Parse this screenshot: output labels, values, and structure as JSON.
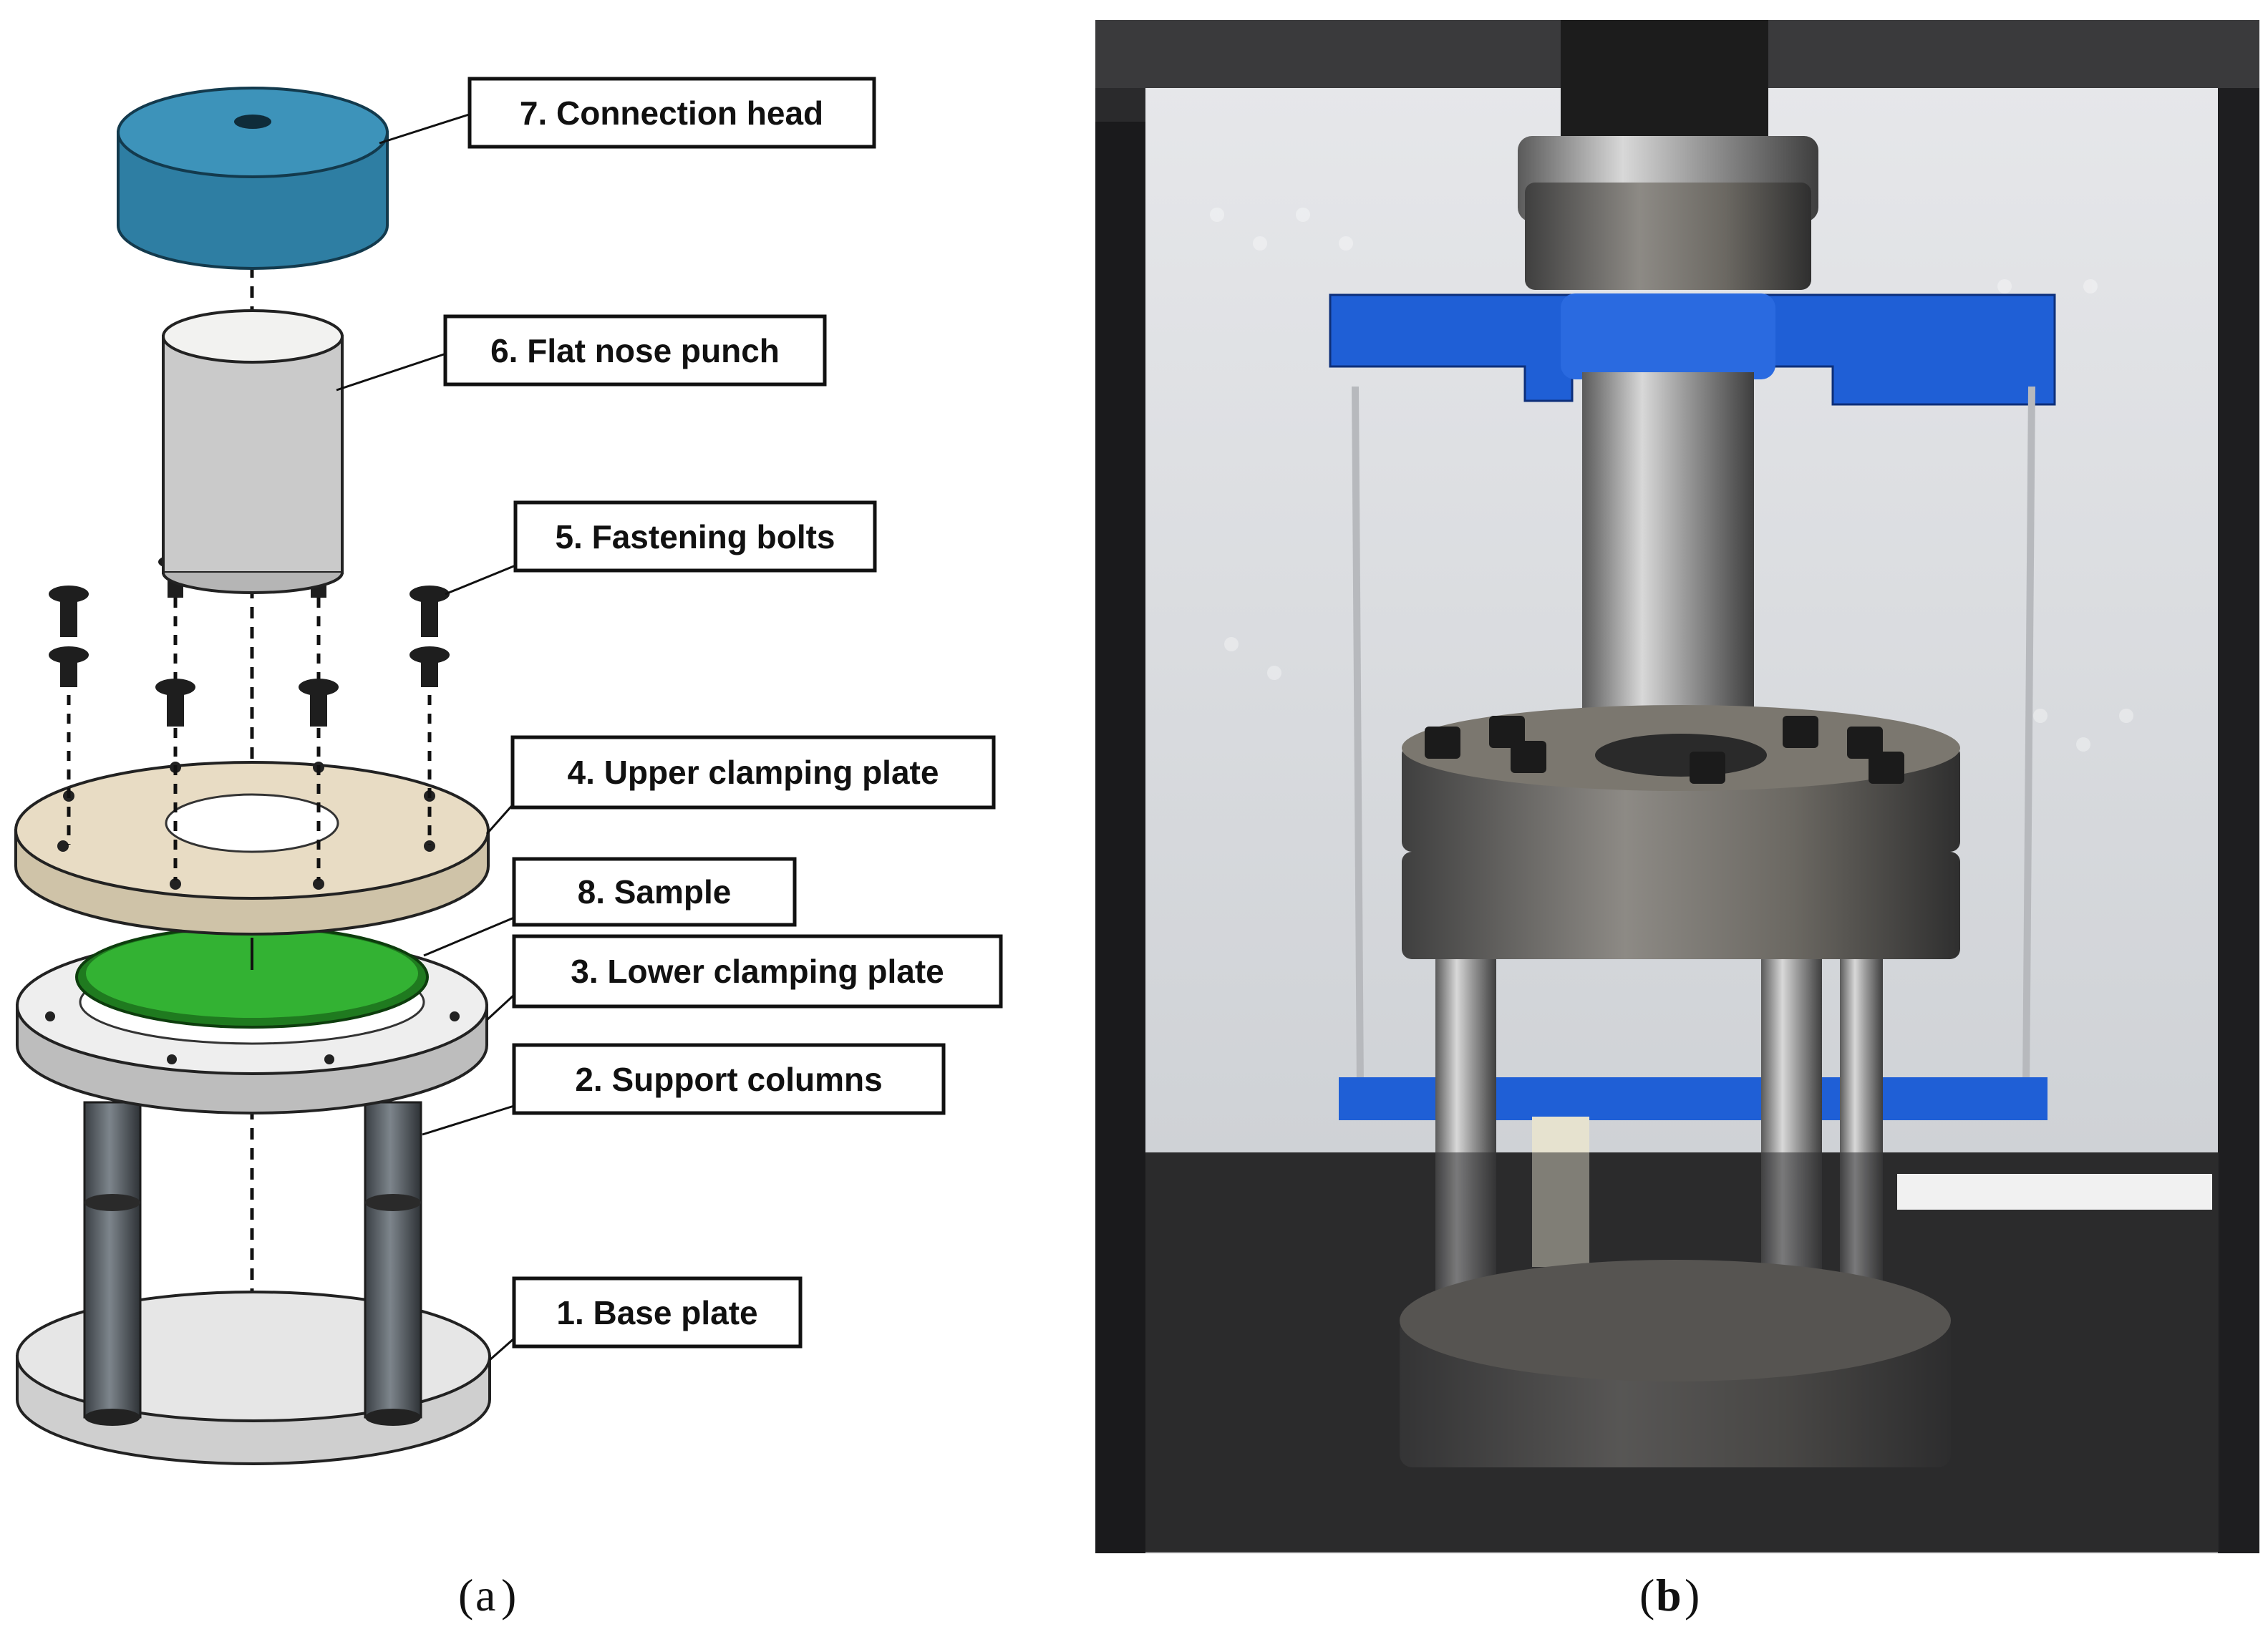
{
  "labels": {
    "connection_head": "7. Connection head",
    "flat_nose_punch": "6. Flat nose punch",
    "fastening_bolts": "5. Fastening bolts",
    "upper_clamping_plate": "4. Upper clamping plate",
    "sample": "8. Sample",
    "lower_clamping_plate": "3. Lower clamping plate",
    "support_columns": "2. Support columns",
    "base_plate": "1. Base plate"
  },
  "captions": {
    "a_letter": "a",
    "b_letter": "b"
  },
  "colors": {
    "connection_head": "#2e7ea3",
    "punch": "#c9c9c9",
    "upper_plate": "#e8dcc4",
    "sample": "#3aa83a",
    "blue_bracket": "#1f5fd6"
  }
}
